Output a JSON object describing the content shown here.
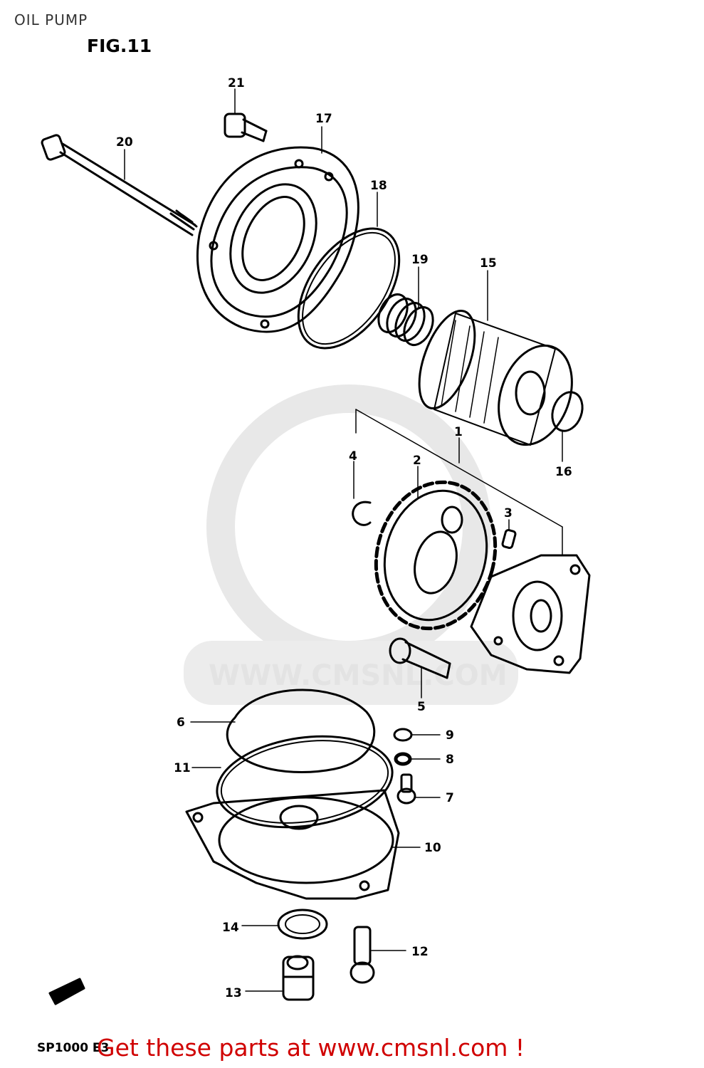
{
  "header": {
    "title": "OIL PUMP",
    "figure": "FIG.11"
  },
  "watermark": {
    "text": "WWW.CMSNL.COM",
    "color": "#e3e3e3"
  },
  "footer": {
    "model_code": "SP1000 E3",
    "promo_text": "Get these parts at www.cmsnl.com !",
    "promo_color": "#d00000"
  },
  "callouts": {
    "c1": "1",
    "c2": "2",
    "c3": "3",
    "c4": "4",
    "c5": "5",
    "c6": "6",
    "c7": "7",
    "c8": "8",
    "c9": "9",
    "c10": "10",
    "c11": "11",
    "c12": "12",
    "c13": "13",
    "c14": "14",
    "c15": "15",
    "c16": "16",
    "c17": "17",
    "c18": "18",
    "c19": "19",
    "c20": "20",
    "c21": "21"
  }
}
